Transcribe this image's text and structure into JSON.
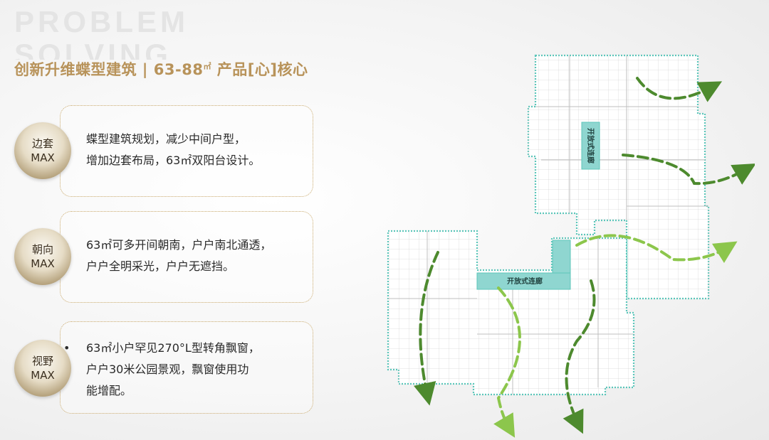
{
  "header": {
    "bg_title_line1": "PROBLEM",
    "bg_title_line2": "SOLVING",
    "subtitle_main": "创新升维蝶型建筑 | 63-88",
    "subtitle_unit": "㎡",
    "subtitle_tail": " 产品[心]核心"
  },
  "features": [
    {
      "badge_line1": "边套",
      "badge_line2": "MAX",
      "bullet": "•",
      "lines": [
        "蝶型建筑规划，减少中间户型，",
        "增加边套布局，63㎡双阳台设计。"
      ]
    },
    {
      "badge_line1": "朝向",
      "badge_line2": "MAX",
      "bullet": "•",
      "lines": [
        "63㎡可多开间朝南，户户南北通透，",
        "户户全明采光，户户无遮挡。"
      ]
    },
    {
      "badge_line1": "视野",
      "badge_line2": "MAX",
      "bullet": "•",
      "lines": [
        "63㎡小户罕见270°L型转角飘窗，",
        "户户30米公园景观，飘窗使用功",
        "能增配。"
      ]
    }
  ],
  "floorplan": {
    "corridor_label_vertical": "开放式连廊",
    "corridor_label_horizontal": "开放式连廊",
    "colors": {
      "outline": "#5cc6ba",
      "corridor": "#8fd6d0",
      "arrow_dark": "#4d8a2e",
      "arrow_light": "#8cc64c"
    }
  }
}
